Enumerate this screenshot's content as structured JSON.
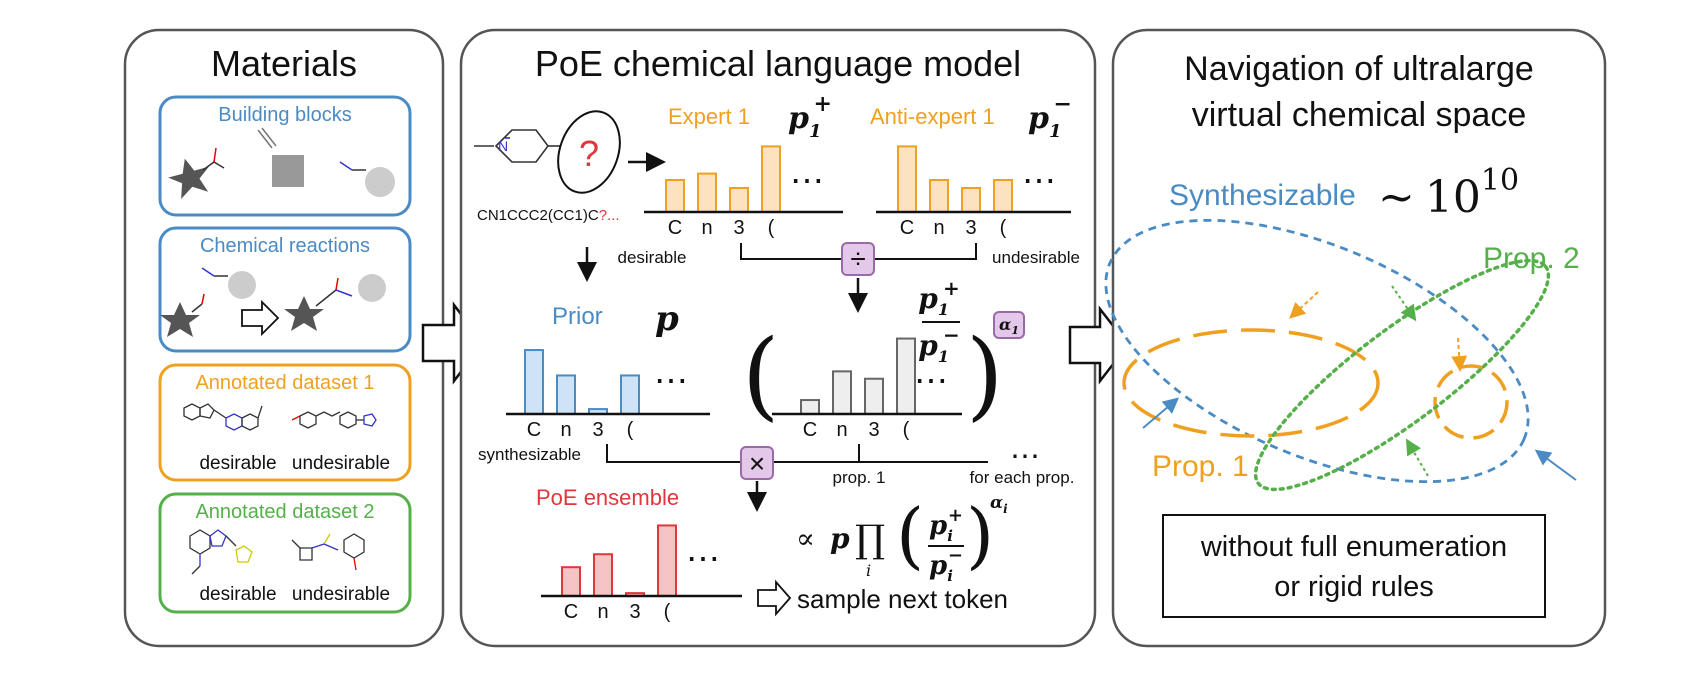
{
  "colors": {
    "blue": "#4a8bc4",
    "orange": "#f0a020",
    "green": "#55b04a",
    "red": "#e0363c",
    "purple_fill": "#e3c8ea",
    "purple_stroke": "#9a6aa8",
    "bar_orange_fill": "#fde2c0",
    "bar_blue_fill": "#cfe3f6",
    "bar_red_fill": "#f7c4c6",
    "bar_gray_fill": "#eeeeee"
  },
  "materials": {
    "title": "Materials",
    "building_blocks": "Building blocks",
    "chemical_reactions": "Chemical reactions",
    "annotated_1": {
      "title": "Annotated dataset 1",
      "desirable": "desirable",
      "undesirable": "undesirable"
    },
    "annotated_2": {
      "title": "Annotated dataset 2",
      "desirable": "desirable",
      "undesirable": "undesirable"
    }
  },
  "model": {
    "title": "PoE chemical language model",
    "smiles_prefix": "CN1CCC2(CC1)C",
    "smiles_suffix": "?...",
    "question": "?",
    "expert": "Expert 1",
    "anti_expert": "Anti-expert 1",
    "desirable": "desirable",
    "undesirable": "undesirable",
    "prior": "Prior",
    "synthesizable": "synthesizable",
    "prop1": "prop. 1",
    "for_each": "for each prop.",
    "ensemble": "PoE ensemble",
    "sample": "sample next token",
    "dots": "⋯",
    "divide_sym": "÷",
    "times_sym": "×",
    "tokens": [
      "C",
      "n",
      "3",
      "("
    ],
    "alpha_sub": "1",
    "alpha": "α",
    "sym_p": "p",
    "sym_i": "i",
    "propto": "∝",
    "prod": "∏",
    "plus": "+",
    "minus": "−"
  },
  "navigation": {
    "title_line1": "Navigation of ultralarge",
    "title_line2": "virtual chemical space",
    "synthesizable": "Synthesizable",
    "approx": "~",
    "base": "10",
    "exponent": "10",
    "prop1": "Prop. 1",
    "prop2": "Prop. 2",
    "note_line1": "without full enumeration",
    "note_line2": "or rigid rules"
  },
  "bars": {
    "expert": [
      0.4,
      0.48,
      0.3,
      0.82
    ],
    "anti_expert": [
      0.82,
      0.4,
      0.3,
      0.4
    ],
    "prior": [
      0.78,
      0.47,
      0.06,
      0.47
    ],
    "ratio": [
      0.17,
      0.52,
      0.43,
      0.92
    ],
    "ensemble": [
      0.4,
      0.58,
      0.04,
      0.98
    ]
  }
}
